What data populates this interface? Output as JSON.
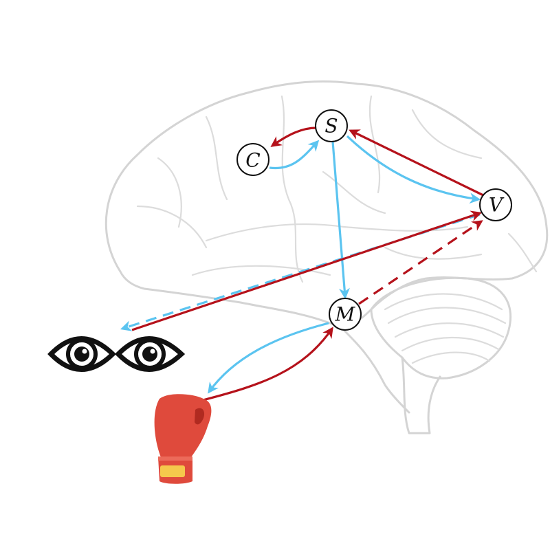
{
  "diagram": {
    "nodes": [
      {
        "id": "S",
        "label": "S"
      },
      {
        "id": "C",
        "label": "C"
      },
      {
        "id": "V",
        "label": "V"
      },
      {
        "id": "M",
        "label": "M"
      }
    ],
    "edges": [
      {
        "from": "S",
        "to": "C",
        "color": "red",
        "style": "solid"
      },
      {
        "from": "C",
        "to": "S",
        "color": "blue",
        "style": "solid"
      },
      {
        "from": "S",
        "to": "M",
        "color": "blue",
        "style": "solid"
      },
      {
        "from": "S",
        "to": "V",
        "color": "blue",
        "style": "solid"
      },
      {
        "from": "V",
        "to": "S",
        "color": "red",
        "style": "solid"
      },
      {
        "from": "V",
        "to": "eyes",
        "color": "blue",
        "style": "dashed"
      },
      {
        "from": "eyes",
        "to": "V",
        "color": "red",
        "style": "solid"
      },
      {
        "from": "M",
        "to": "V",
        "color": "red",
        "style": "dashed"
      },
      {
        "from": "M",
        "to": "glove",
        "color": "blue",
        "style": "solid"
      },
      {
        "from": "glove",
        "to": "M",
        "color": "red",
        "style": "solid"
      }
    ],
    "icons": [
      "eyes-icon",
      "boxing-glove-icon",
      "brain-illustration"
    ],
    "colors": {
      "red": "#b5121b",
      "blue": "#5bc4f0",
      "glove": "#df4a3c",
      "cuff": "#f5c84c"
    }
  }
}
